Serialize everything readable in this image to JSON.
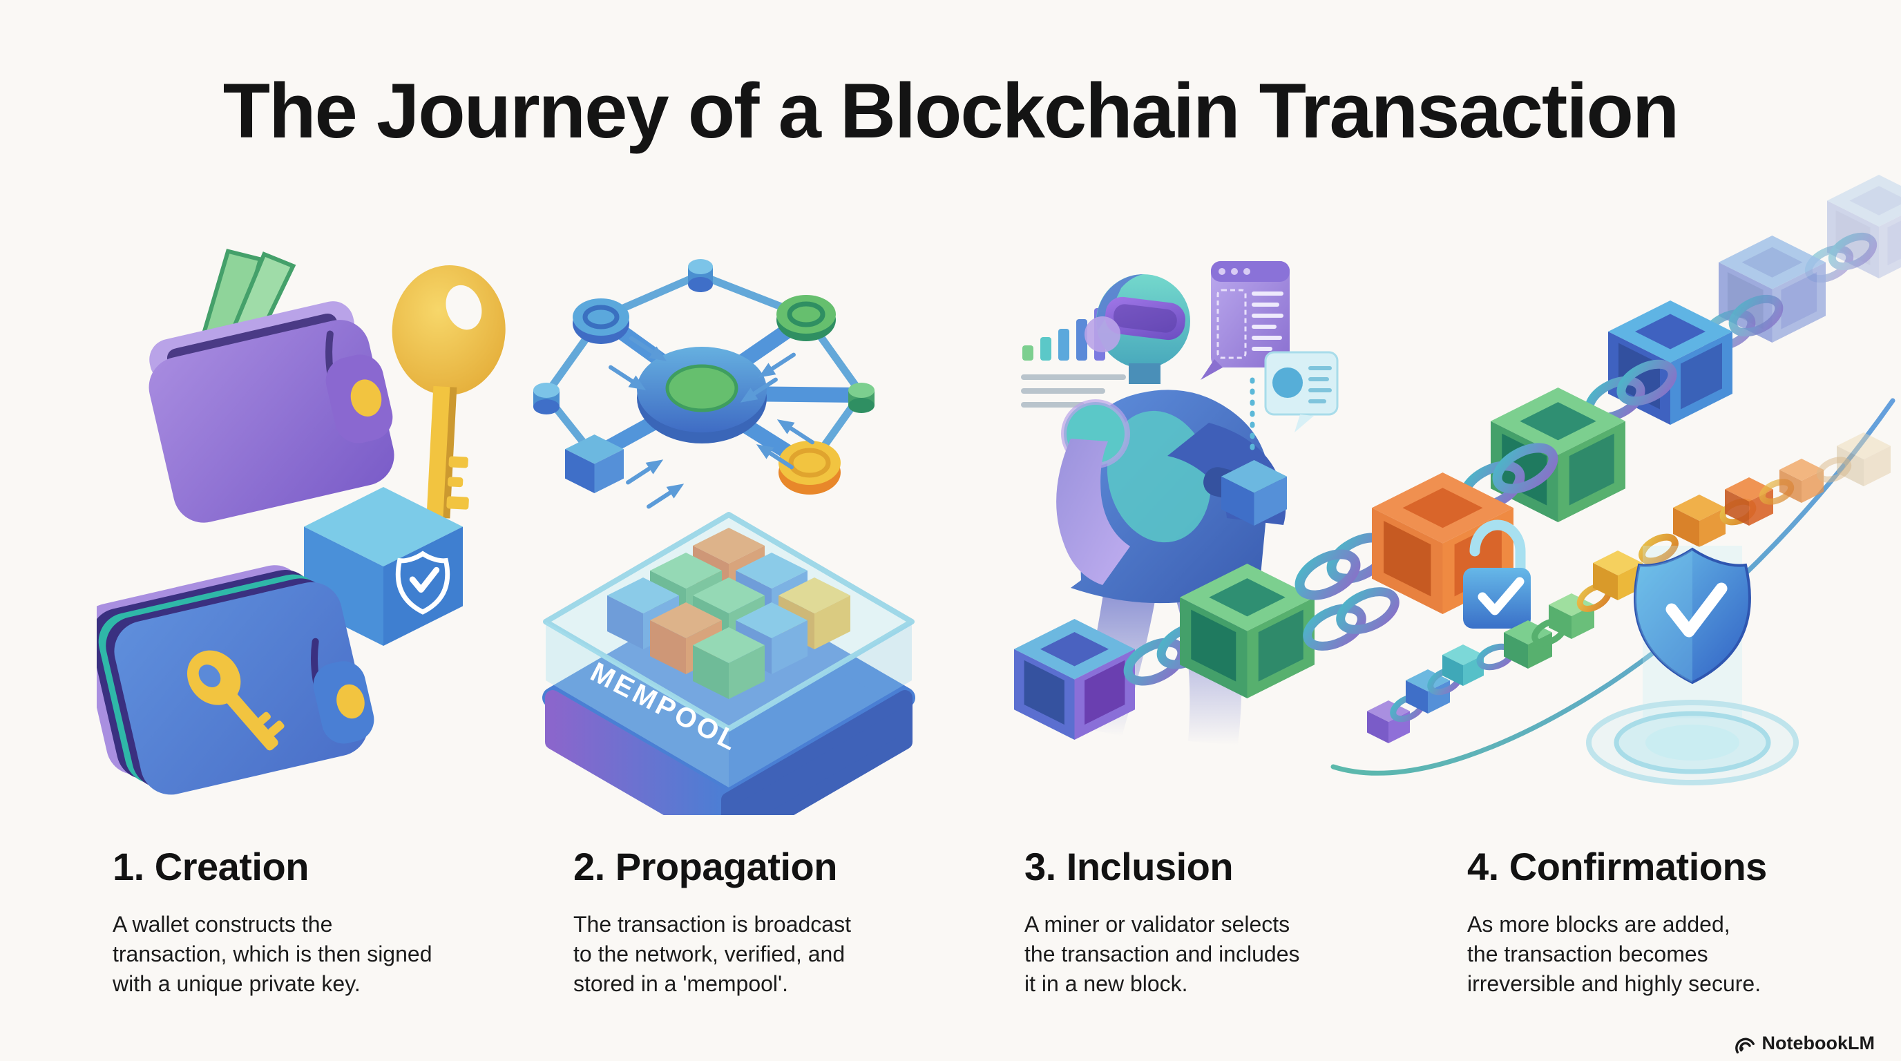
{
  "title": "The Journey of a Blockchain Transaction",
  "steps": [
    {
      "heading": "1. Creation",
      "description": "A wallet constructs the\ntransaction, which is then signed\nwith a unique private key."
    },
    {
      "heading": "2. Propagation",
      "description": "The transaction is broadcast\nto the network, verified, and\nstored in a 'mempool'."
    },
    {
      "heading": "3. Inclusion",
      "description": "A miner or validator selects\nthe transaction and includes\nit in a new block."
    },
    {
      "heading": "4. Confirmations",
      "description": "As more blocks are added,\nthe transaction becomes\nirreversible and highly secure."
    }
  ],
  "labels": {
    "mempool": "MEMPOOL"
  },
  "watermark": {
    "brand": "NotebookLM"
  },
  "icon_names": [
    "wallet-icon",
    "cash-icon",
    "private-key-icon",
    "signed-block-icon",
    "shield-check-icon",
    "p2p-network-icon",
    "coin-icon",
    "mempool-icon",
    "validator-robot-icon",
    "bar-chart-icon",
    "code-window-icon",
    "message-card-icon",
    "blockchain-icon",
    "padlock-check-icon",
    "confirmation-chain-icon",
    "security-shield-icon",
    "notebooklm-logo-icon"
  ],
  "colors": {
    "background": "#FAF8F5",
    "text": "#161616",
    "purple": "#8a6fd0",
    "blue": "#4a8fd8",
    "teal": "#4ac0c8",
    "green": "#57b06e",
    "orange": "#e8813f",
    "gold": "#f2c440",
    "glass": "#bfe8f0"
  }
}
